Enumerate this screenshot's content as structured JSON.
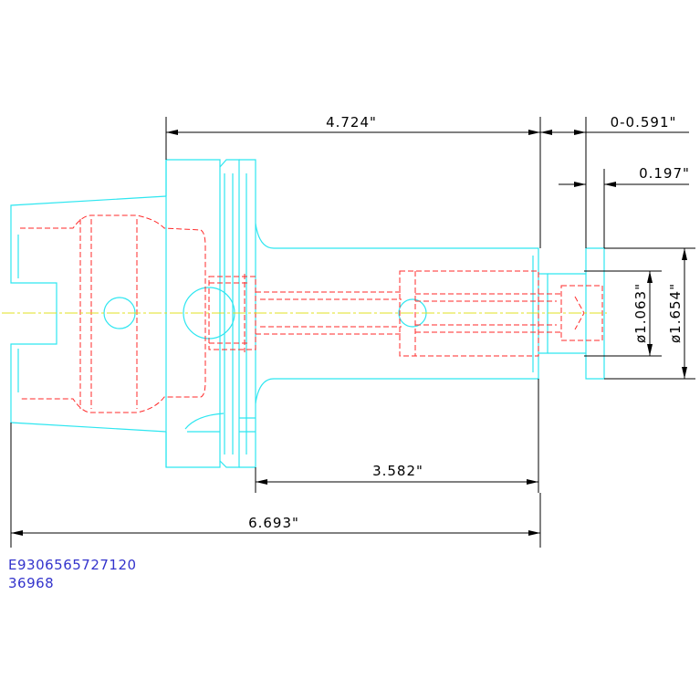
{
  "drawing": {
    "dimensions": {
      "overall_length": "6.693\"",
      "flange_to_end": "4.724\"",
      "body_length": "3.582\"",
      "adjust_range": "0-0.591\"",
      "step_length": "0.197\"",
      "bore_diameter": "ø1.063\"",
      "body_diameter": "ø1.654\""
    },
    "part_number": "E9306565727120",
    "item_number": "36968"
  },
  "colors": {
    "outline": "#2ee6f0",
    "hidden": "#ff2a2a",
    "centerline": "#e0e020",
    "dimension": "#000000",
    "label": "#3333cc"
  }
}
